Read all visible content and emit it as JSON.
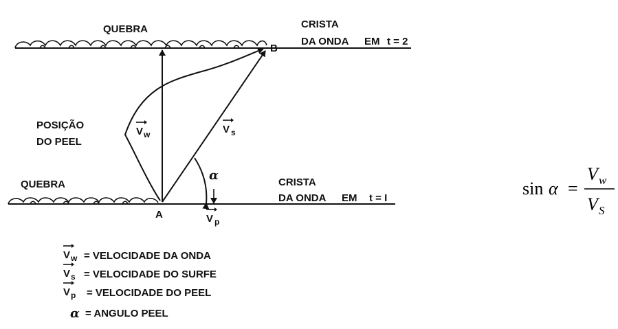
{
  "top": {
    "break_label": "QUEBRA",
    "crest_line1": "CRISTA",
    "crest_line2": "DA ONDA",
    "crest_at": "EM",
    "time_label": "t = 2",
    "point_label": "B"
  },
  "bottom": {
    "break_label": "QUEBRA",
    "crest_line1": "CRISTA",
    "crest_line2": "DA ONDA",
    "crest_at": "EM",
    "time_label": "t = I",
    "point_label": "A"
  },
  "peel_position": {
    "line1": "POSIÇÃO",
    "line2": "DO PEEL"
  },
  "vectors": {
    "vw": {
      "symbol": "V",
      "sub": "w"
    },
    "vs": {
      "symbol": "V",
      "sub": "s"
    },
    "vp": {
      "symbol": "V",
      "sub": "p"
    },
    "alpha": "α"
  },
  "legend": [
    {
      "symbol": "V",
      "sub": "w",
      "text": "= VELOCIDADE DA ONDA"
    },
    {
      "symbol": "V",
      "sub": "s",
      "text": "= VELOCIDADE DO SURFE"
    },
    {
      "symbol": "V",
      "sub": "p",
      "text": "= VELOCIDADE DO PEEL"
    },
    {
      "symbol": "α",
      "sub": "",
      "text": "= ANGULO PEEL"
    }
  ],
  "formula": {
    "lhs": "sin",
    "alpha": "α",
    "equals": "=",
    "num": "V",
    "num_sub": "w",
    "den": "V",
    "den_sub": "S"
  }
}
